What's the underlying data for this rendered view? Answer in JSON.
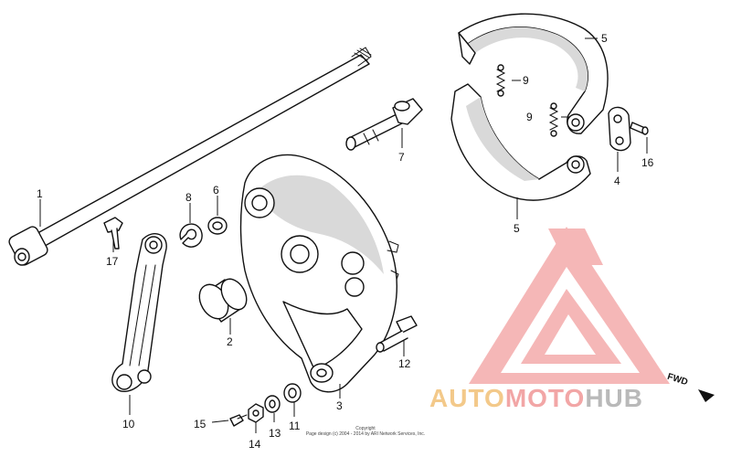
{
  "diagram": {
    "part_labels": {
      "p1": "1",
      "p2": "2",
      "p3": "3",
      "p4": "4",
      "p5a": "5",
      "p5b": "5",
      "p6": "6",
      "p7": "7",
      "p8": "8",
      "p9a": "9",
      "p9b": "9",
      "p10": "10",
      "p11": "11",
      "p12": "12",
      "p13": "13",
      "p14": "14",
      "p15": "15",
      "p16": "16",
      "p17": "17"
    },
    "direction_marker": "FWD",
    "copyright_line1": "Copyright",
    "copyright_line2": "Page design (c) 2004 - 2014 by ARI Network Services, Inc."
  },
  "watermark": {
    "part1": "AUTO",
    "part2": "MOTO",
    "part3": "HUB",
    "colors": {
      "triangle": "#f2a0a0",
      "auto": "#f3c98a",
      "moto": "#f2a6a6",
      "hub": "#b9b9b9"
    }
  }
}
